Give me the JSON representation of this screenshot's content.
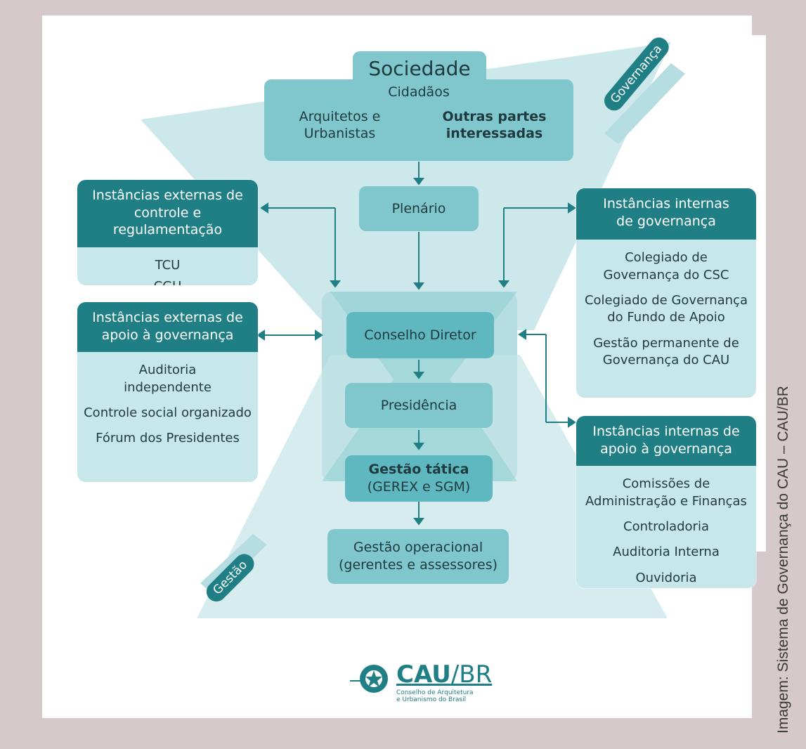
{
  "sociedade": {
    "title": "Sociedade",
    "cidadaos": "Cidadãos",
    "arquitetos": "Arquitetos e Urbanistas",
    "outras": "Outras partes interessadas"
  },
  "center": {
    "plenario": "Plenário",
    "conselho": "Conselho Diretor",
    "presidencia": "Presidência",
    "gestao_tatica": "Gestão tática",
    "gestao_tatica_sub": "(GEREX e SGM)",
    "gestao_operacional": "Gestão operacional",
    "gestao_operacional_sub": "(gerentes e assessores)"
  },
  "labels": {
    "governanca": "Governança",
    "gestao": "Gestão"
  },
  "panels": {
    "ext_controle": {
      "title": "Instâncias externas de controle e regulamentação",
      "items": [
        "TCU",
        "CGU"
      ]
    },
    "ext_apoio": {
      "title": "Instâncias externas de apoio à governança",
      "items": [
        "Auditoria independente",
        "Controle social organizado",
        "Fórum dos Presidentes"
      ]
    },
    "int_gov": {
      "title": "Instâncias internas de governança",
      "items": [
        "Colegiado de Governança do CSC",
        "Colegiado de Governança do Fundo de Apoio",
        "Gestão permanente de Governança do CAU"
      ]
    },
    "int_apoio": {
      "title": "Instâncias internas de apoio à governança",
      "items": [
        "Comissões de Administração e Finanças",
        "Controladoria",
        "Auditoria Interna",
        "Ouvidoria"
      ]
    }
  },
  "logo": {
    "name": "CAU",
    "suffix": "/BR",
    "line1": "Conselho de Arquitetura",
    "line2": "e Urbanismo do Brasil"
  },
  "credit": "Imagem: Sistema de Governança do CAU – CAU/BR",
  "colors": {
    "dark": "#1f7f84",
    "mid": "#7fc7cd",
    "light": "#c8e7ea"
  }
}
